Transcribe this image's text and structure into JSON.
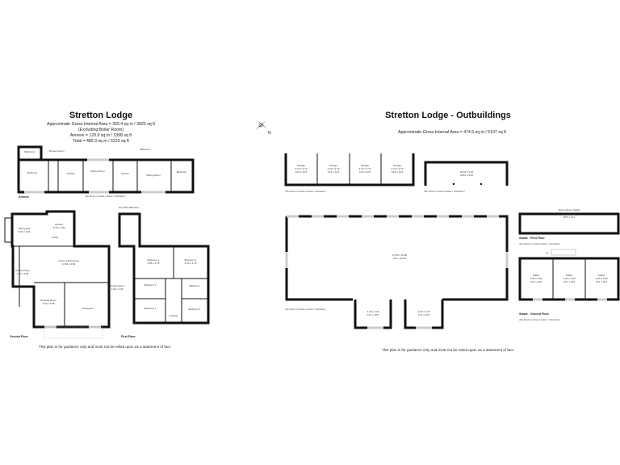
{
  "main_house": {
    "title": "Stretton Lodge",
    "area_line": "Approximate Gross Internal Area = 355.4 sq m / 3825 sq ft",
    "excluding": "(Excluding Boiler Room)",
    "annexe_area": "Annexe = 129.9 sq m / 1398 sq ft",
    "total_area": "Total = 485.3 sq m / 5223 sq ft",
    "annexe_label": "Annexe",
    "annexe_note": "(Not Shown In Actual Location / Orientation)",
    "ground_floor_label": "Ground Floor",
    "first_floor_label": "First Floor",
    "disclaimer": "This plan is for guidance only and must not be relied upon as a statement of fact.",
    "rooms": {
      "annexe_bathroom": "Bathroom",
      "annexe_bedroom": "Bedroom",
      "annexe_shower": "Shower Room",
      "annexe_kitchen1": "Kitchen",
      "annexe_sitting1": "Sitting Room",
      "annexe_bathroom2": "Bathroom",
      "annexe_kitchen2": "Kitchen",
      "annexe_sitting2": "Sitting Room",
      "annexe_bedroom2": "Bedroom",
      "dining_hall": "Dining Hall",
      "dining_hall_dims": "5.41 x 4.34",
      "kitchen": "Kitchen",
      "kitchen_dims": "5.15 x 4.89",
      "larder": "Larder",
      "living_dining": "Living / Dining Area",
      "living_dining_dims": "11.82 x 4.84",
      "conservatory": "Conservatory",
      "conservatory_dims": "7.63 x 2.89",
      "drawing_room": "Drawing Room",
      "drawing_room_dims": "6.29 x 4.58",
      "reception": "Reception",
      "shower_room": "Shower Room",
      "shower_room_dims": "1.90 x 2.20",
      "ensuite": "En-Suite Bathroom",
      "bedroom1": "Bedroom 1",
      "bedroom1_dims": "5.85 x 4.75",
      "bedroom2": "Bedroom 2",
      "bedroom2_dims": "5.10 x 4.75",
      "bedroom3": "Bedroom 3",
      "bedroom4": "Bedroom 4",
      "bedroom5": "Bedroom 5",
      "bathroom": "Bathroom",
      "landing": "Landing"
    }
  },
  "outbuildings": {
    "title": "Stretton Lodge - Outbuildings",
    "area_line": "Approximate Gross Internal Area = 474.5 sq m / 5107 sq ft",
    "not_shown": "(Not Shown In Actual Location / Orientation)",
    "garage_label": "Garage",
    "garage_dims_m": "3.70 x 3.73",
    "garage_dims_ft": "12'2 x 12'3",
    "store_dims_m": "10.00 x 3.00",
    "store_dims_ft": "32'10 x 9'10",
    "barn_dims_m": "27.80 x 15.00",
    "barn_dims_ft": "91'1 x 32'10",
    "annex1_dims_m": "4.30 x 3.20",
    "annex1_dims_ft": "14'1 x 10'6",
    "annex2_dims_m": "4.30 x 3.20",
    "annex2_dims_ft": "14'1 x 10'6",
    "stable_first_floor_label": "Stable - First Floor",
    "stable_ground_floor_label": "Stable - Ground Floor",
    "stable_upper": "Room Above Stable",
    "stable_upper_dims_m": "11.70 x 4.00",
    "stable_upper_dims_ft": "38'5 x 13'1",
    "stable_label": "Stable",
    "stable_dims_m": "4.00 x 3.90",
    "stable_dims_ft": "13'1 x 12'9",
    "up_label": "Up",
    "disclaimer": "This plan is for guidance only and must not be relied upon as a statement of fact."
  },
  "compass": {
    "north_label": "N"
  }
}
